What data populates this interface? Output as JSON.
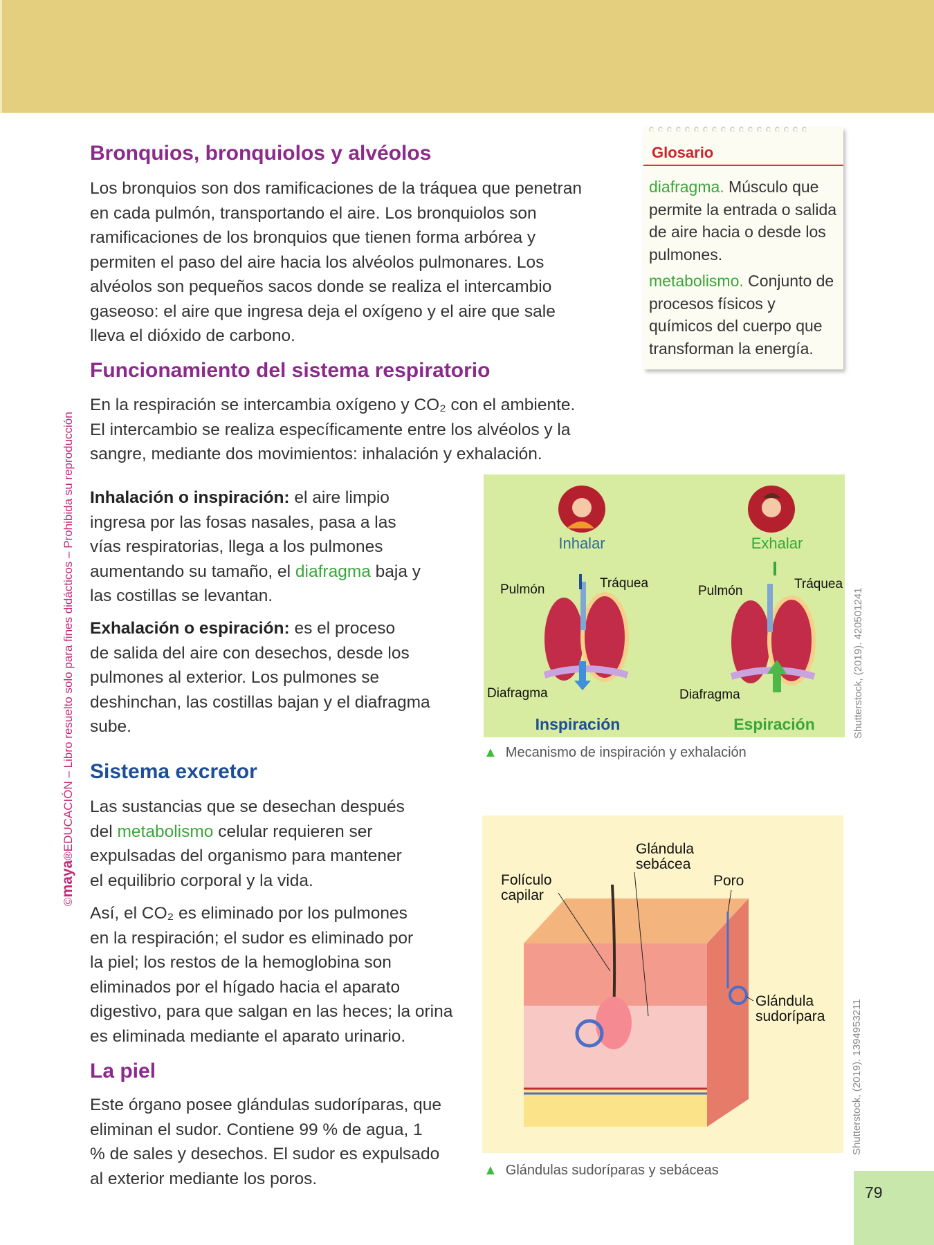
{
  "section1": {
    "heading": "Bronquios, bronquiolos y alvéolos",
    "lines": [
      "Los bronquios son dos ramificaciones de la tráquea que penetran",
      "en cada pulmón, transportando el aire. Los bronquiolos son",
      "ramificaciones de los bronquios que tienen forma arbórea y",
      "permiten el paso del aire hacia los alvéolos pulmonares. Los",
      "alvéolos son pequeños sacos donde se realiza el intercambio",
      "gaseoso: el aire que ingresa deja el oxígeno y el aire que sale",
      "lleva el dióxido de carbono."
    ]
  },
  "section2": {
    "heading": "Funcionamiento del sistema respiratorio",
    "lines": [
      "En la respiración se intercambia oxígeno y CO₂ con el ambiente.",
      "El intercambio se realiza específicamente entre los alvéolos y la",
      "sangre, mediante dos movimientos: inhalación y exhalación."
    ],
    "inhalacion": {
      "term": "Inhalación o inspiración:",
      "l1": " el aire limpio",
      "lines": [
        "ingresa por las fosas nasales, pasa a las",
        "vías respiratorias, llega a los pulmones"
      ],
      "l4a": "aumentando su tamaño, el ",
      "l4link": "diafragma",
      "l4b": " baja y",
      "l5": "las costillas se levantan."
    },
    "exhalacion": {
      "term": "Exhalación o espiración:",
      "l1": " es el proceso",
      "lines": [
        "de salida del aire con desechos, desde los",
        "pulmones al exterior. Los pulmones se",
        "deshinchan, las costillas bajan y el diafragma",
        "sube."
      ]
    }
  },
  "section3": {
    "heading": "Sistema excretor",
    "p1": {
      "l1": "Las sustancias que se desechan después",
      "l2a": "del ",
      "l2link": "metabolismo",
      "l2b": " celular requieren ser",
      "lines": [
        "expulsadas del organismo para mantener",
        "el equilibrio corporal y la vida."
      ]
    },
    "p2": [
      "Así, el CO₂ es eliminado por los pulmones",
      "en la respiración; el sudor es eliminado por",
      "la piel; los restos de la hemoglobina son",
      "eliminados por el hígado hacia el aparato",
      "digestivo, para que salgan en las heces; la orina",
      "es eliminada mediante el aparato urinario."
    ]
  },
  "section4": {
    "heading": "La piel",
    "lines": [
      "Este órgano posee glándulas sudoríparas, que",
      "eliminan el sudor. Contiene 99 % de agua, 1",
      "% de sales y desechos. El sudor es expulsado",
      "al exterior mediante los poros."
    ]
  },
  "glossary": {
    "title": "Glosario",
    "entries": [
      {
        "term": "diafragma.",
        "def": " Músculo que permite la entrada o salida de aire hacia o desde los pulmones."
      },
      {
        "term": "metabolismo.",
        "def": " Conjunto de procesos físicos y químicos del cuerpo que transforman la energía."
      }
    ]
  },
  "figure1": {
    "inhalar": "Inhalar",
    "exhalar": "Exhalar",
    "pulmon": "Pulmón",
    "traquea": "Tráquea",
    "diafragma": "Diafragma",
    "inspiracion": "Inspiración",
    "espiracion": "Espiración",
    "caption": "Mecanismo de inspiración y exhalación",
    "credit": "Shutterstock, (2019). 420501241"
  },
  "figure2": {
    "foliculo": [
      "Folículo",
      "capilar"
    ],
    "sebacea": [
      "Glándula",
      "sebácea"
    ],
    "poro": "Poro",
    "sudoripara": [
      "Glándula",
      "sudorípara"
    ],
    "caption": "Glándulas sudoríparas y sebáceas",
    "credit": "Shutterstock, (2019). 1394953211"
  },
  "sidebar": {
    "copyright": "©",
    "brand": "maya",
    "text": "®EDUCACIÓN – Libro resuelto solo para fines didácticos – Prohibida su reproducción"
  },
  "page_number": "79",
  "colors": {
    "header": "#e3cf7e",
    "purple": "#8b2a8a",
    "blue": "#1d4e96",
    "green": "#3aa639"
  }
}
